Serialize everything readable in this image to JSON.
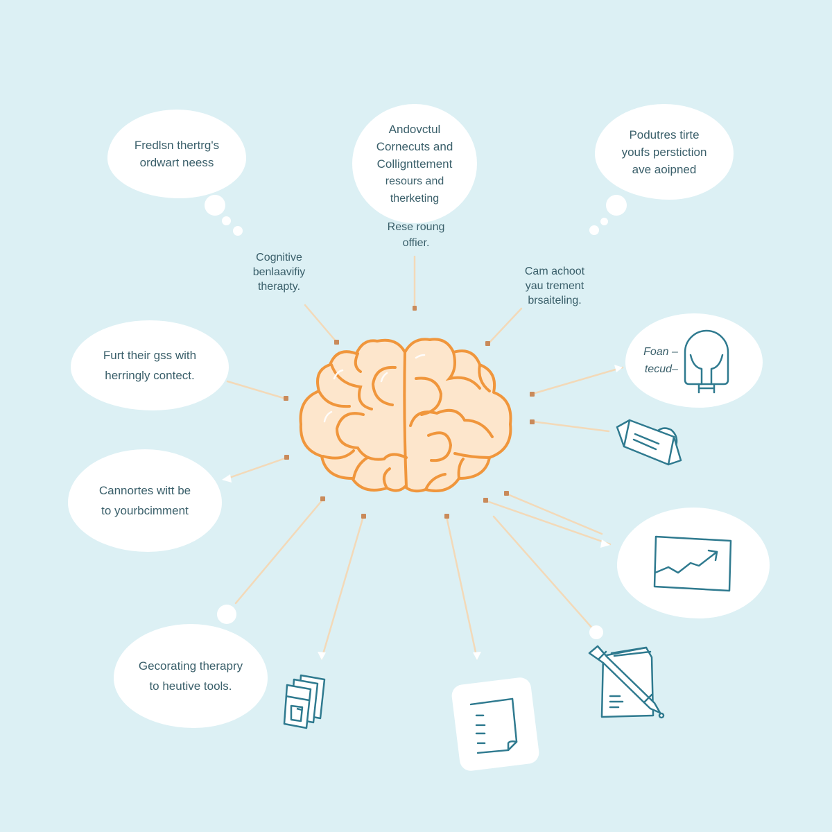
{
  "colors": {
    "background": "#dcf0f4",
    "bubble": "#ffffff",
    "text": "#3a5f6a",
    "icon_stroke": "#2f7a8f",
    "brain_stroke": "#f0963c",
    "brain_fill": "#fde6cc",
    "connector": "#f3d9b8",
    "connector_tip": "#c98a5a"
  },
  "center": {
    "label": "brain"
  },
  "bubbles": {
    "top_left": {
      "lines": [
        "Fredlsn thertrg's",
        "ordwart neess"
      ]
    },
    "top_center": {
      "lines": [
        "Andovctul",
        "Cornecuts and",
        "Collignttement",
        "resours and",
        "therketing"
      ]
    },
    "top_right": {
      "lines": [
        "Podutres tirte",
        "youfs perstiction",
        "ave aoipned"
      ]
    },
    "mid_left": {
      "lines": [
        "Furt their gss with",
        "herringly contect."
      ]
    },
    "lower_left": {
      "lines": [
        "Cannortes witt be",
        "to yourbcimment"
      ]
    },
    "bottom_left": {
      "lines": [
        "Gecorating therapry",
        "to heutive tools."
      ]
    },
    "right_upper": {
      "lines": [
        "Foan –",
        "tecud–"
      ]
    }
  },
  "floating_labels": {
    "cbt": {
      "lines": [
        "Cognitive",
        "benlaavifiy",
        "therapty."
      ]
    },
    "center_sub": {
      "lines": [
        "Rese roung",
        "offier."
      ]
    },
    "right": {
      "lines": [
        "Cam achoot",
        "yau trement",
        "brsaiteling."
      ]
    }
  },
  "icons": [
    "lightbulb-icon",
    "eraser-icon",
    "growth-chart-icon",
    "notebook-pen-icon",
    "document-icon",
    "cards-icon"
  ]
}
